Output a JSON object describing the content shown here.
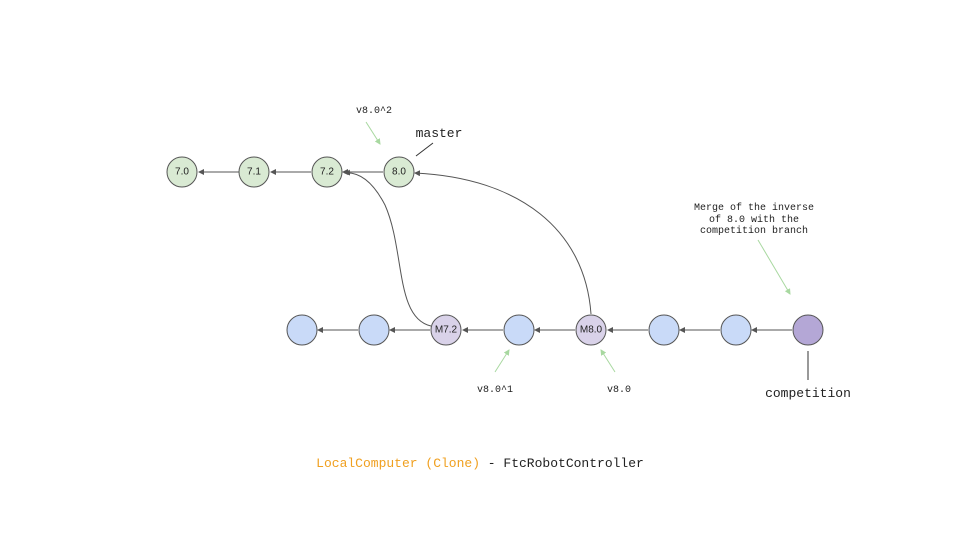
{
  "colors": {
    "green_node": "#d9ead3",
    "blue_node": "#c9daf8",
    "purple_node": "#d9d2e9",
    "dark_purple_node": "#b4a7d6",
    "node_stroke": "#555555",
    "accent": "#f0a020",
    "pointer_arrow": "#a8d8a0"
  },
  "nodes": {
    "n70": {
      "label": "7.0"
    },
    "n71": {
      "label": "7.1"
    },
    "n72": {
      "label": "7.2"
    },
    "n80": {
      "label": "8.0"
    },
    "b1": {
      "label": ""
    },
    "b2": {
      "label": ""
    },
    "m72": {
      "label": "M7.2"
    },
    "b3": {
      "label": ""
    },
    "m80": {
      "label": "M8.0"
    },
    "b4": {
      "label": ""
    },
    "b5": {
      "label": ""
    },
    "comp": {
      "label": ""
    }
  },
  "annotations": {
    "v80_2": "v8.0^2",
    "v80_1": "v8.0^1",
    "v80": "v8.0",
    "merge_line1": "Merge of the inverse",
    "merge_line2": "of 8.0 with the",
    "merge_line3": "competition branch"
  },
  "branches": {
    "master": "master",
    "competition": "competition"
  },
  "caption": {
    "prefix": "LocalComputer (Clone)",
    "suffix": " - FtcRobotController"
  }
}
